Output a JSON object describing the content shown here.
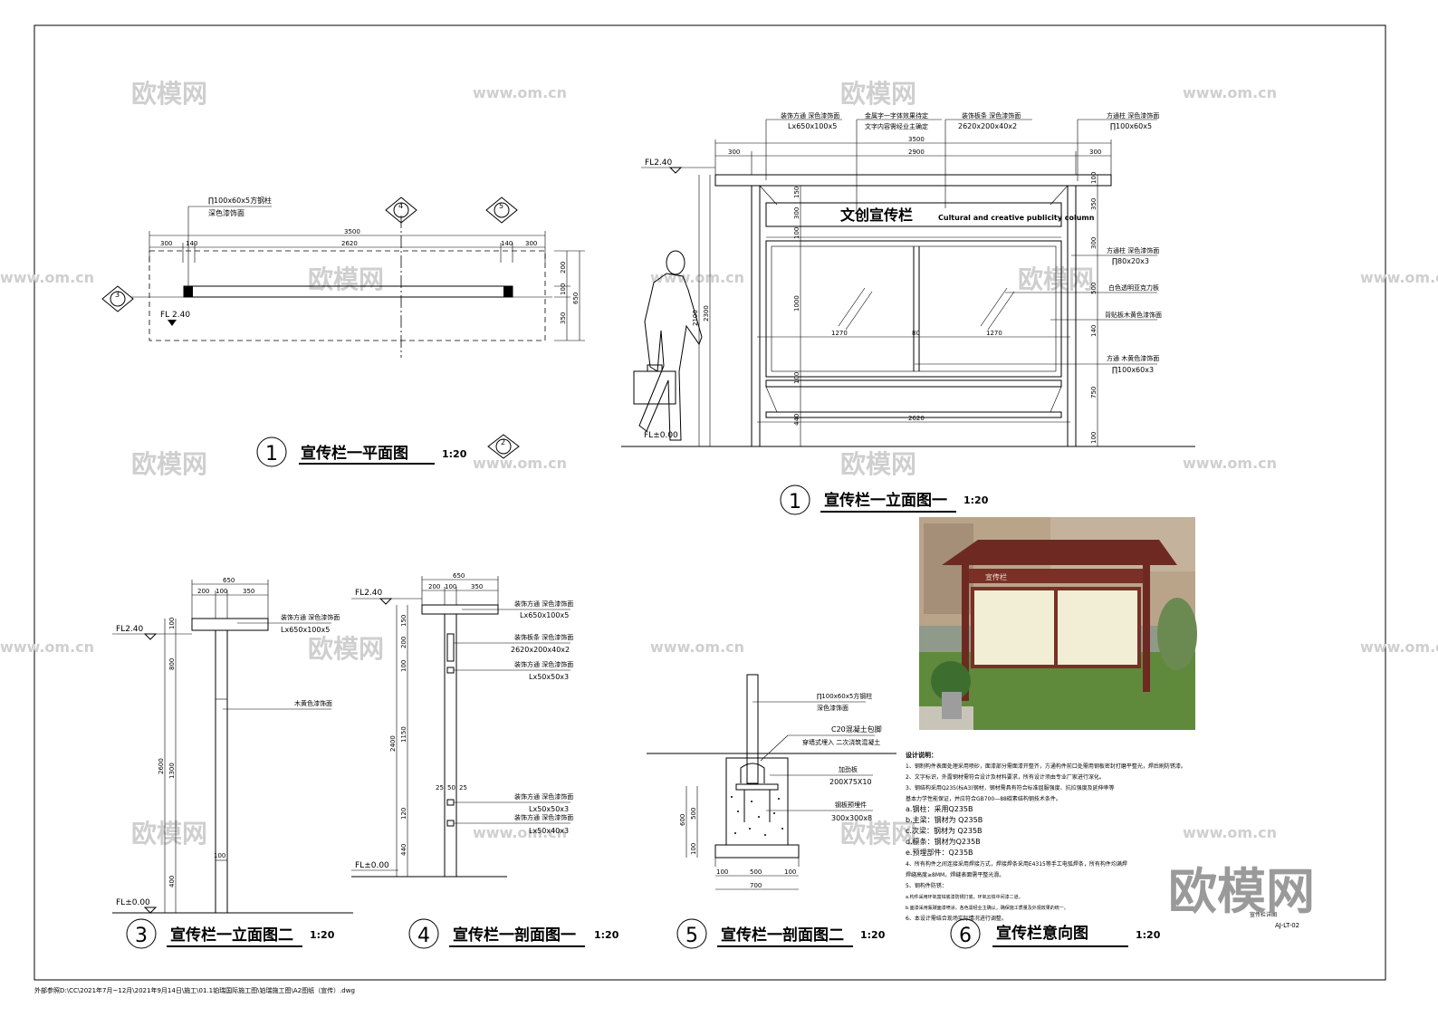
{
  "watermarks": {
    "brand": "欧模网",
    "site": "www.om.cn",
    "big_logo": "欧模网"
  },
  "plan_view": {
    "title": "宣传栏一平面图",
    "number": "1",
    "scale": "1:20",
    "note_line1": "∏100x60x5方钢柱",
    "note_line2": "深色漆饰面",
    "level": "FL 2.40",
    "dims_top": [
      "300",
      "140",
      "2620",
      "140",
      "300"
    ],
    "overall": "3500",
    "dims_side": [
      "200",
      "100",
      "350"
    ],
    "side_total": "650",
    "section_marks": [
      "4",
      "5",
      "3",
      "2"
    ]
  },
  "elevation_one": {
    "title": "宣传栏一立面图一",
    "number": "1",
    "scale": "1:20",
    "sign_cn": "文创宣传栏",
    "sign_en": "Cultural and creative publicity column",
    "level_top": "FL2.40",
    "level_bottom": "FL±0.00",
    "overall": "3500",
    "top_dims": [
      "300",
      "2900",
      "300"
    ],
    "mid_dims": [
      "1270",
      "80",
      "1270"
    ],
    "bottom_dim": "2620",
    "side_dims_left": [
      "2100",
      "2300"
    ],
    "row_dims": [
      "150",
      "300",
      "100",
      "1000",
      "100",
      "440"
    ],
    "right_dims": [
      "100",
      "350",
      "300",
      "500",
      "140",
      "750",
      "100"
    ],
    "callouts": [
      {
        "l1": "装饰方通  深色漆饰面",
        "l2": "Lx650x100x5"
      },
      {
        "l1": "金属字一字体效果待定",
        "l2": "文字内容需经业主确定"
      },
      {
        "l1": "装饰板条  深色漆饰面",
        "l2": "2620x200x40x2"
      },
      {
        "l1": "方通柱  深色漆饰面",
        "l2": "∏100x60x5"
      },
      {
        "l1": "方通柱  深色漆饰面",
        "l2": "∏80x20x3"
      },
      {
        "l1": "白色透明亚克力板",
        "l2": ""
      },
      {
        "l1": "背贴板木黄色漆饰面",
        "l2": ""
      },
      {
        "l1": "方通  木黄色漆饰面",
        "l2": "∏100x60x3"
      }
    ]
  },
  "elevation_two": {
    "title": "宣传栏一立面图二",
    "number": "3",
    "scale": "1:20",
    "level_top": "FL2.40",
    "level_bottom": "FL±0.00",
    "width": "650",
    "sub_widths": [
      "200",
      "100",
      "350"
    ],
    "heights": [
      "100",
      "800",
      "2600",
      "1300",
      "100",
      "400"
    ],
    "callout_cap": {
      "l1": "装饰方通  深色漆饰面",
      "l2": "Lx650x100x5"
    },
    "callout_post": "木黄色漆饰面"
  },
  "section_one": {
    "title": "宣传栏一剖面图一",
    "number": "4",
    "scale": "1:20",
    "level_top": "FL2.40",
    "level_bottom": "FL±0.00",
    "width": "650",
    "sub_widths": [
      "200",
      "100",
      "350"
    ],
    "heights": [
      "150",
      "200",
      "100",
      "2400",
      "1150",
      "120",
      "440"
    ],
    "mid_dims": [
      "25",
      "50",
      "25"
    ],
    "callouts": [
      {
        "l1": "装饰方通  深色漆饰面",
        "l2": "Lx650x100x5"
      },
      {
        "l1": "装饰板条  深色漆饰面",
        "l2": "2620x200x40x2"
      },
      {
        "l1": "装饰方通  深色漆饰面",
        "l2": "Lx50x50x3"
      },
      {
        "l1": "装饰方通  深色漆饰面",
        "l2": "Lx50x50x3"
      },
      {
        "l1": "装饰方通  深色漆饰面",
        "l2": "Lx50x40x3"
      }
    ]
  },
  "section_two": {
    "title": "宣传栏一剖面图二",
    "number": "5",
    "scale": "1:20",
    "callouts": [
      {
        "l1": "∏100x60x5方钢柱",
        "l2": "深色漆饰面"
      },
      {
        "l1": "C20混凝土包脚",
        "l2": "穿墙式埋入  二次浇筑混凝土"
      },
      {
        "l1": "加劲板",
        "l2": "200X75X10"
      },
      {
        "l1": "钢板预埋件",
        "l2": "300x300x8"
      }
    ],
    "heights": [
      "600",
      "500",
      "100"
    ],
    "bottom_dims": [
      "100",
      "500",
      "100"
    ],
    "bottom_total": "700"
  },
  "intent": {
    "title": "宣传栏意向图",
    "number": "6",
    "scale": "1:20",
    "photo_board_label": "宣传栏"
  },
  "notes": {
    "heading": "设计说明：",
    "lines": [
      "1、钢制构件表面处理采用喷砂，面漆部分需面漆开整齐，方通构件前口处需用钢板密封打磨平整光，焊后刷防锈漆。",
      "2、文字标识，外露钢材需符合设计及材料要求，所有设计须由专业厂家进行深化。",
      "3、钢结构采用Q235(标A3)钢材，钢材需具有符合标准屈服强度、抗拉强度及延伸率等",
      "基本力学性能保证，并应符合GB700—88碳素结构钢技术条件。",
      "a.钢柱：采用Q235B",
      "b.主梁：钢材为 Q235B",
      "c.次梁：钢材为 Q235B",
      "d.檩条：钢材为Q235B",
      "e.预埋部件：Q235B",
      "4、所有构件之间连接采用焊接方式，焊接焊条采用E4315等手工电弧焊条，所有构件均满焊",
      "焊缝高度≥8MM，焊缝表面需平整光滑。",
      "5、钢构件防锈：",
      "a.构件采用环氧富锌底漆防锈打底，环氧云铁中间漆二道。",
      "b.面漆采用氟碳面漆喷涂，各色需经业主确认，确保施工质量及外观效果的统一。",
      "6、本设计需结合现场实际情况进行调整。"
    ],
    "drawing_code": "AJ-LT-02",
    "drawing_label": "宣传栏详图"
  },
  "footer": {
    "path": "外部参照D:\\CC\\2021年7月~12月\\2021年9月14日\\施工\\01.1铂瑞国际施工图\\铂瑞施工图\\A2图纸（宣传）.dwg"
  }
}
